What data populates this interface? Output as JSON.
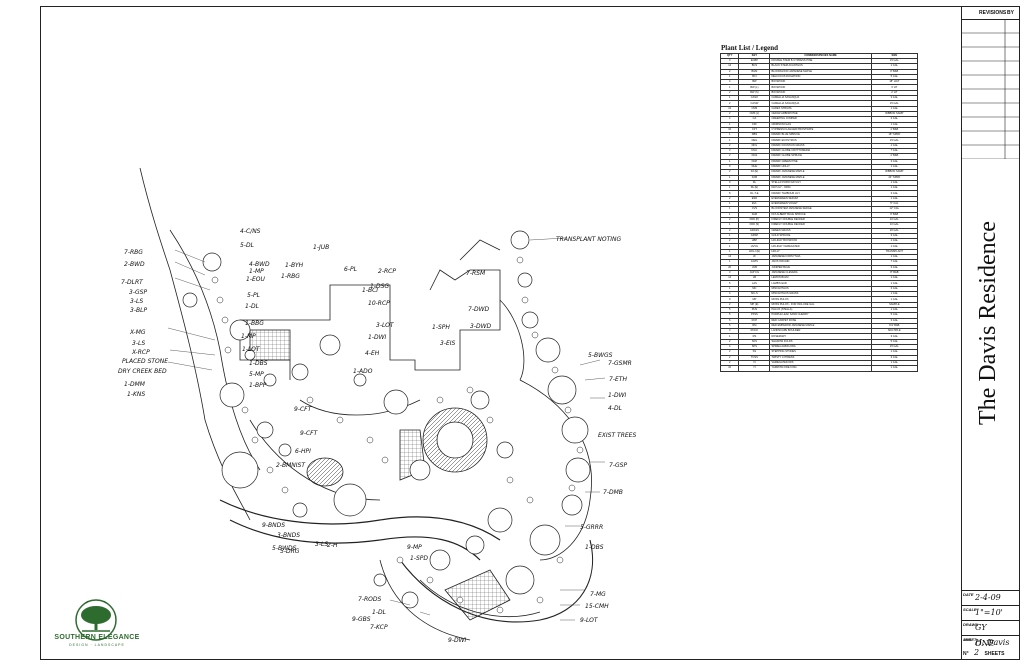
{
  "legend": {
    "title": "Plant List / Legend",
    "headers": [
      "QTY",
      "KEY",
      "COMMON/SPECIES NAME",
      "SIZE"
    ],
    "rows": [
      [
        "3",
        "ECBP",
        "DOUBLE STEM B CYPRESS PINE",
        "15 GAL"
      ],
      [
        "14",
        "BCS",
        "BLACK STEM ACANTHUS",
        "1 GAL"
      ],
      [
        "2",
        "BGM",
        "BLOODGOOD JAPANESE MAPLE",
        "8' B&B"
      ],
      [
        "1",
        "BCI",
        "DELICIOUS DOGWOOD",
        "5 GAL"
      ],
      [
        "4",
        "BW",
        "BOXWOOD",
        "18\" HGT"
      ],
      [
        "1",
        "BW (L)",
        "BOXWOOD",
        "3' HT"
      ],
      [
        "2",
        "BW (S)",
        "BOXWOOD",
        "2' HT"
      ],
      [
        "1",
        "CASO",
        "CAMELLIA SASANQUA",
        "3 GAL"
      ],
      [
        "2",
        "CASW",
        "CAMELLIA SASANQUA",
        "15 GAL"
      ],
      [
        "12",
        "CMS",
        "CAREX STRIATA",
        "1 GAL"
      ],
      [
        "2",
        "CMS (L)",
        "CEDAR ARBORVITAE",
        "RIBBON SAMP"
      ],
      [
        "4",
        "CA",
        "CREEPING JUNIPER",
        "3 GAL"
      ],
      [
        "1",
        "CFF",
        "CRIMSON FLAG",
        "1 GAL"
      ],
      [
        "10",
        "CFT",
        "CYPRESS FLAGGER PROSTRATE",
        "4' B&B"
      ],
      [
        "1",
        "DBS",
        "DWARF BLUE SPRUCE",
        "18\" SPRD"
      ],
      [
        "1",
        "DEG",
        "DWARF EUONYMUS",
        "15 GAL"
      ],
      [
        "2",
        "DFG",
        "DWARF FOUNTAIN GRASS",
        "1 GAL"
      ],
      [
        "3",
        "DGC",
        "DWARF GLOBE CRYPTOMERIA",
        "7 GAL"
      ],
      [
        "2",
        "DGS",
        "DWARF GLOBE SPRUCE",
        "4' B&B"
      ],
      [
        "1",
        "DGP",
        "DWARF GREEN PINE",
        "3 GAL"
      ],
      [
        "9",
        "DHH",
        "DWARF HOLLY",
        "1 GAL"
      ],
      [
        "2",
        "DJ (E)",
        "DWARF JAPANESE MAPLE",
        "RIBBON SAMP"
      ],
      [
        "1",
        "DJM",
        "DWARF JAPANESE MAPLE",
        "24\" SPRD"
      ],
      [
        "9",
        "DL",
        "STELLA D'ORO DAYLILY",
        "1 GAL"
      ],
      [
        "1",
        "DL (E)",
        "DAYLILY - ORIG",
        "1 GAL"
      ],
      [
        "8",
        "DL-T-E",
        "DWARF TAMBOUR LILY",
        "3 GAL"
      ],
      [
        "2",
        "ESD",
        "EVERGREEN SEDUM",
        "1 GAL"
      ],
      [
        "1",
        "EVL",
        "EVERGREEN VIOLET",
        "5\" CAL"
      ],
      [
        "1",
        "CVS",
        "BLOODSTEM JAPANESE SEDGE",
        "12\" CAL"
      ],
      [
        "1",
        "FAM",
        "FAT ALBERT BLUE SPRUCE",
        "8' B&B"
      ],
      [
        "2",
        "FDD (P)",
        "FIREFLY DOUBLE DECKER",
        "10 GAL"
      ],
      [
        "1",
        "FDD (S)",
        "FIREFLY DOUBLE DECKER",
        "10 GAL"
      ],
      [
        "2",
        "GRASS",
        "GREEN GRASS",
        "20 GAL"
      ],
      [
        "1",
        "GRSP",
        "GOLD SPRUCE",
        "3 GAL"
      ],
      [
        "2",
        "HBP",
        "HOLIDAY BOXWOOD",
        "1 GAL"
      ],
      [
        "1",
        "HVVG",
        "HOLIDAY VARIEGATED",
        "1 GAL"
      ],
      [
        "1",
        "HOL-I (E)",
        "HOLLY",
        "TRANSPLANT"
      ],
      [
        "14",
        "JF",
        "JAPANESE FORSYTHIA",
        "1 GAL"
      ],
      [
        "1",
        "JAVIS",
        "JAVIS ORCHID",
        "7 GAL"
      ],
      [
        "20",
        "JUB",
        "JUNIPER BLUE",
        "3 GAL"
      ],
      [
        "3",
        "JAP CG",
        "JAPANESE CLEVERA",
        "8\" B&B"
      ],
      [
        "14",
        "LB",
        "LEMON BALM",
        "1 GAL"
      ],
      [
        "5",
        "LAS",
        "LAMB'S EAR",
        "1 GAL"
      ],
      [
        "1",
        "MC",
        "MISCANTHUS",
        "3 GAL"
      ],
      [
        "4",
        "MC-S",
        "MISCANTHUS GRASS",
        "1 GAL"
      ],
      [
        "9",
        "MP",
        "MOSS PHLOX",
        "1 GAL"
      ],
      [
        "2",
        "MP (E)",
        "MOSS PHLOX - FOR INCLUDE GAL",
        "SAMPLE"
      ],
      [
        "5",
        "PHS",
        "PHLOX (STELLA)",
        "1 GAL"
      ],
      [
        "5",
        "PFSS",
        "PURPLE LEAF SAND CHERRY",
        "5 GAL"
      ],
      [
        "6",
        "RCP",
        "RED CARPET ROSE",
        "3 GAL"
      ],
      [
        "5",
        "RM",
        "RED EMPEROR JAPANESE MAPLE",
        "8-9' B&B"
      ],
      [
        "3",
        "ROCK",
        "LANDSCAPE BOULDER",
        "MULTIPLE"
      ],
      [
        "1",
        "RS",
        "ROSEMARY",
        "3 GAL"
      ],
      [
        "2",
        "SFS",
        "SHADOW FOLDS",
        "5 GAL"
      ],
      [
        "4",
        "SPS",
        "SPIREA ALBIFLORA",
        "15 GAL"
      ],
      [
        "2",
        "SS",
        "STEPPING STONES",
        "1 GAL"
      ],
      [
        "2",
        "TCSS",
        "TWISTY CYPRESS",
        "3 GAL"
      ],
      [
        "2",
        "VI",
        "VARIEGATED IRIS",
        "1 GAL"
      ],
      [
        "10",
        "YI",
        "YARROW FIRE KING",
        "1 GAL"
      ]
    ]
  },
  "title_block": {
    "revisions_label": "REVISIONS",
    "by_label": "BY",
    "project_title": "The Davis Residence",
    "fields": [
      {
        "label": "DATE",
        "value": "2-4-09"
      },
      {
        "label": "SCALE",
        "value": "1\"=10'"
      },
      {
        "label": "DRAWN",
        "value": "GY"
      },
      {
        "label": "JOB",
        "value": "H. Davis"
      },
      {
        "label": "SHEET",
        "value": "ONE"
      }
    ],
    "sheet_no_label": "N°",
    "sheet_count": "2",
    "sheets_label": "SHEETS"
  },
  "logo": {
    "name": "SOUTHERN ELEGANCE",
    "tagline": "DESIGN · LANDSCAPE"
  },
  "plan_labels": [
    {
      "text": "4-C/NS"
    },
    {
      "text": "5-DL"
    },
    {
      "text": "1-JUB"
    },
    {
      "text": "7-RBG"
    },
    {
      "text": "2-BWD"
    },
    {
      "text": "7-DLRT"
    },
    {
      "text": "3-GSP"
    },
    {
      "text": "3-LS"
    },
    {
      "text": "3-BLP"
    },
    {
      "text": "X-MG"
    },
    {
      "text": "3-LS"
    },
    {
      "text": "X-RCP"
    },
    {
      "text": "PLACED STONE"
    },
    {
      "text": "DRY CREEK BED"
    },
    {
      "text": "1-DMM"
    },
    {
      "text": "1-KNS"
    },
    {
      "text": "1-BYH"
    },
    {
      "text": "1-RBG"
    },
    {
      "text": "4-BWD"
    },
    {
      "text": "1-MP"
    },
    {
      "text": "1-EOU"
    },
    {
      "text": "5-PL"
    },
    {
      "text": "6-PL"
    },
    {
      "text": "1-BCI"
    },
    {
      "text": "2-RCP"
    },
    {
      "text": "1-DSG"
    },
    {
      "text": "10-RCP"
    },
    {
      "text": "3-LOT"
    },
    {
      "text": "1-DWI"
    },
    {
      "text": "4-EH"
    },
    {
      "text": "1-ADO"
    },
    {
      "text": "1-SPH"
    },
    {
      "text": "3-EIS"
    },
    {
      "text": "3-DWD"
    },
    {
      "text": "7-RSM"
    },
    {
      "text": "7-DWD"
    },
    {
      "text": "TRANSPLANT NOTING"
    },
    {
      "text": "5-BWGS"
    },
    {
      "text": "7-GSMR"
    },
    {
      "text": "7-ETH"
    },
    {
      "text": "1-DWI"
    },
    {
      "text": "4-DL"
    },
    {
      "text": "EXIST TREES"
    },
    {
      "text": "7-GSP"
    },
    {
      "text": "7-DMB"
    },
    {
      "text": "5-GRRR"
    },
    {
      "text": "1-DBS"
    },
    {
      "text": "7-MG"
    },
    {
      "text": "15-CMH"
    },
    {
      "text": "9-LOT"
    },
    {
      "text": "7-RODS"
    },
    {
      "text": "1-DL"
    },
    {
      "text": "9-GBS"
    },
    {
      "text": "7-KCP"
    },
    {
      "text": "9-DWI"
    },
    {
      "text": "1-DL"
    },
    {
      "text": "1-BBG"
    },
    {
      "text": "1-MP"
    },
    {
      "text": "1-LOT"
    },
    {
      "text": "1-DBS"
    },
    {
      "text": "5-MP"
    },
    {
      "text": "1-BPP"
    },
    {
      "text": "9-CFT"
    },
    {
      "text": "9-CFT"
    },
    {
      "text": "6-HPI"
    },
    {
      "text": "2-BMNIST"
    },
    {
      "text": "9-BNDS"
    },
    {
      "text": "3-BNDS"
    },
    {
      "text": "5-BWDS"
    },
    {
      "text": "3-LS"
    },
    {
      "text": "5-DRG"
    },
    {
      "text": "2-H"
    },
    {
      "text": "9-MP"
    },
    {
      "text": "1-SPD"
    }
  ]
}
